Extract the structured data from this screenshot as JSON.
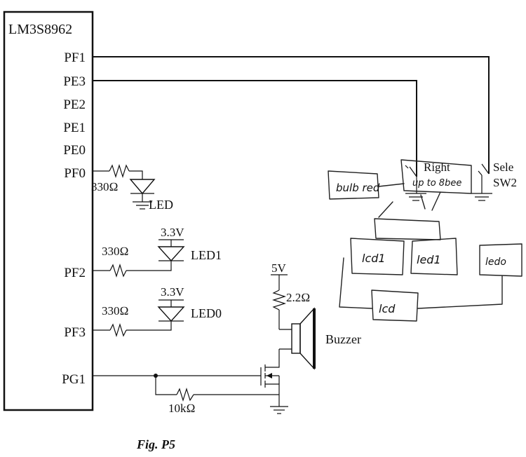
{
  "chip": {
    "name": "LM3S8962",
    "pins": [
      "PF1",
      "PE3",
      "PE2",
      "PE1",
      "PE0",
      "PF0",
      "PF2",
      "PF3",
      "PG1"
    ]
  },
  "components": {
    "r_pf0": "330Ω",
    "led": "LED",
    "r_pf2": "330Ω",
    "v_led1": "3.3V",
    "led1": "LED1",
    "r_pf3": "330Ω",
    "v_led0": "3.3V",
    "led0": "LED0",
    "v_buzzer": "5V",
    "r_buzzer": "2.2Ω",
    "buzzer": "Buzzer",
    "r_gate": "10kΩ"
  },
  "switches": {
    "right_label": "Right",
    "select_label": "Sele",
    "select_sub": "SW2"
  },
  "handwritten": {
    "bulb_red": "bulb red",
    "scribble": "up to 8bee",
    "lcd1": "lcd1",
    "led1_note": "led1",
    "ledo": "ledo",
    "lcd": "lcd"
  },
  "caption": "Fig. P5"
}
